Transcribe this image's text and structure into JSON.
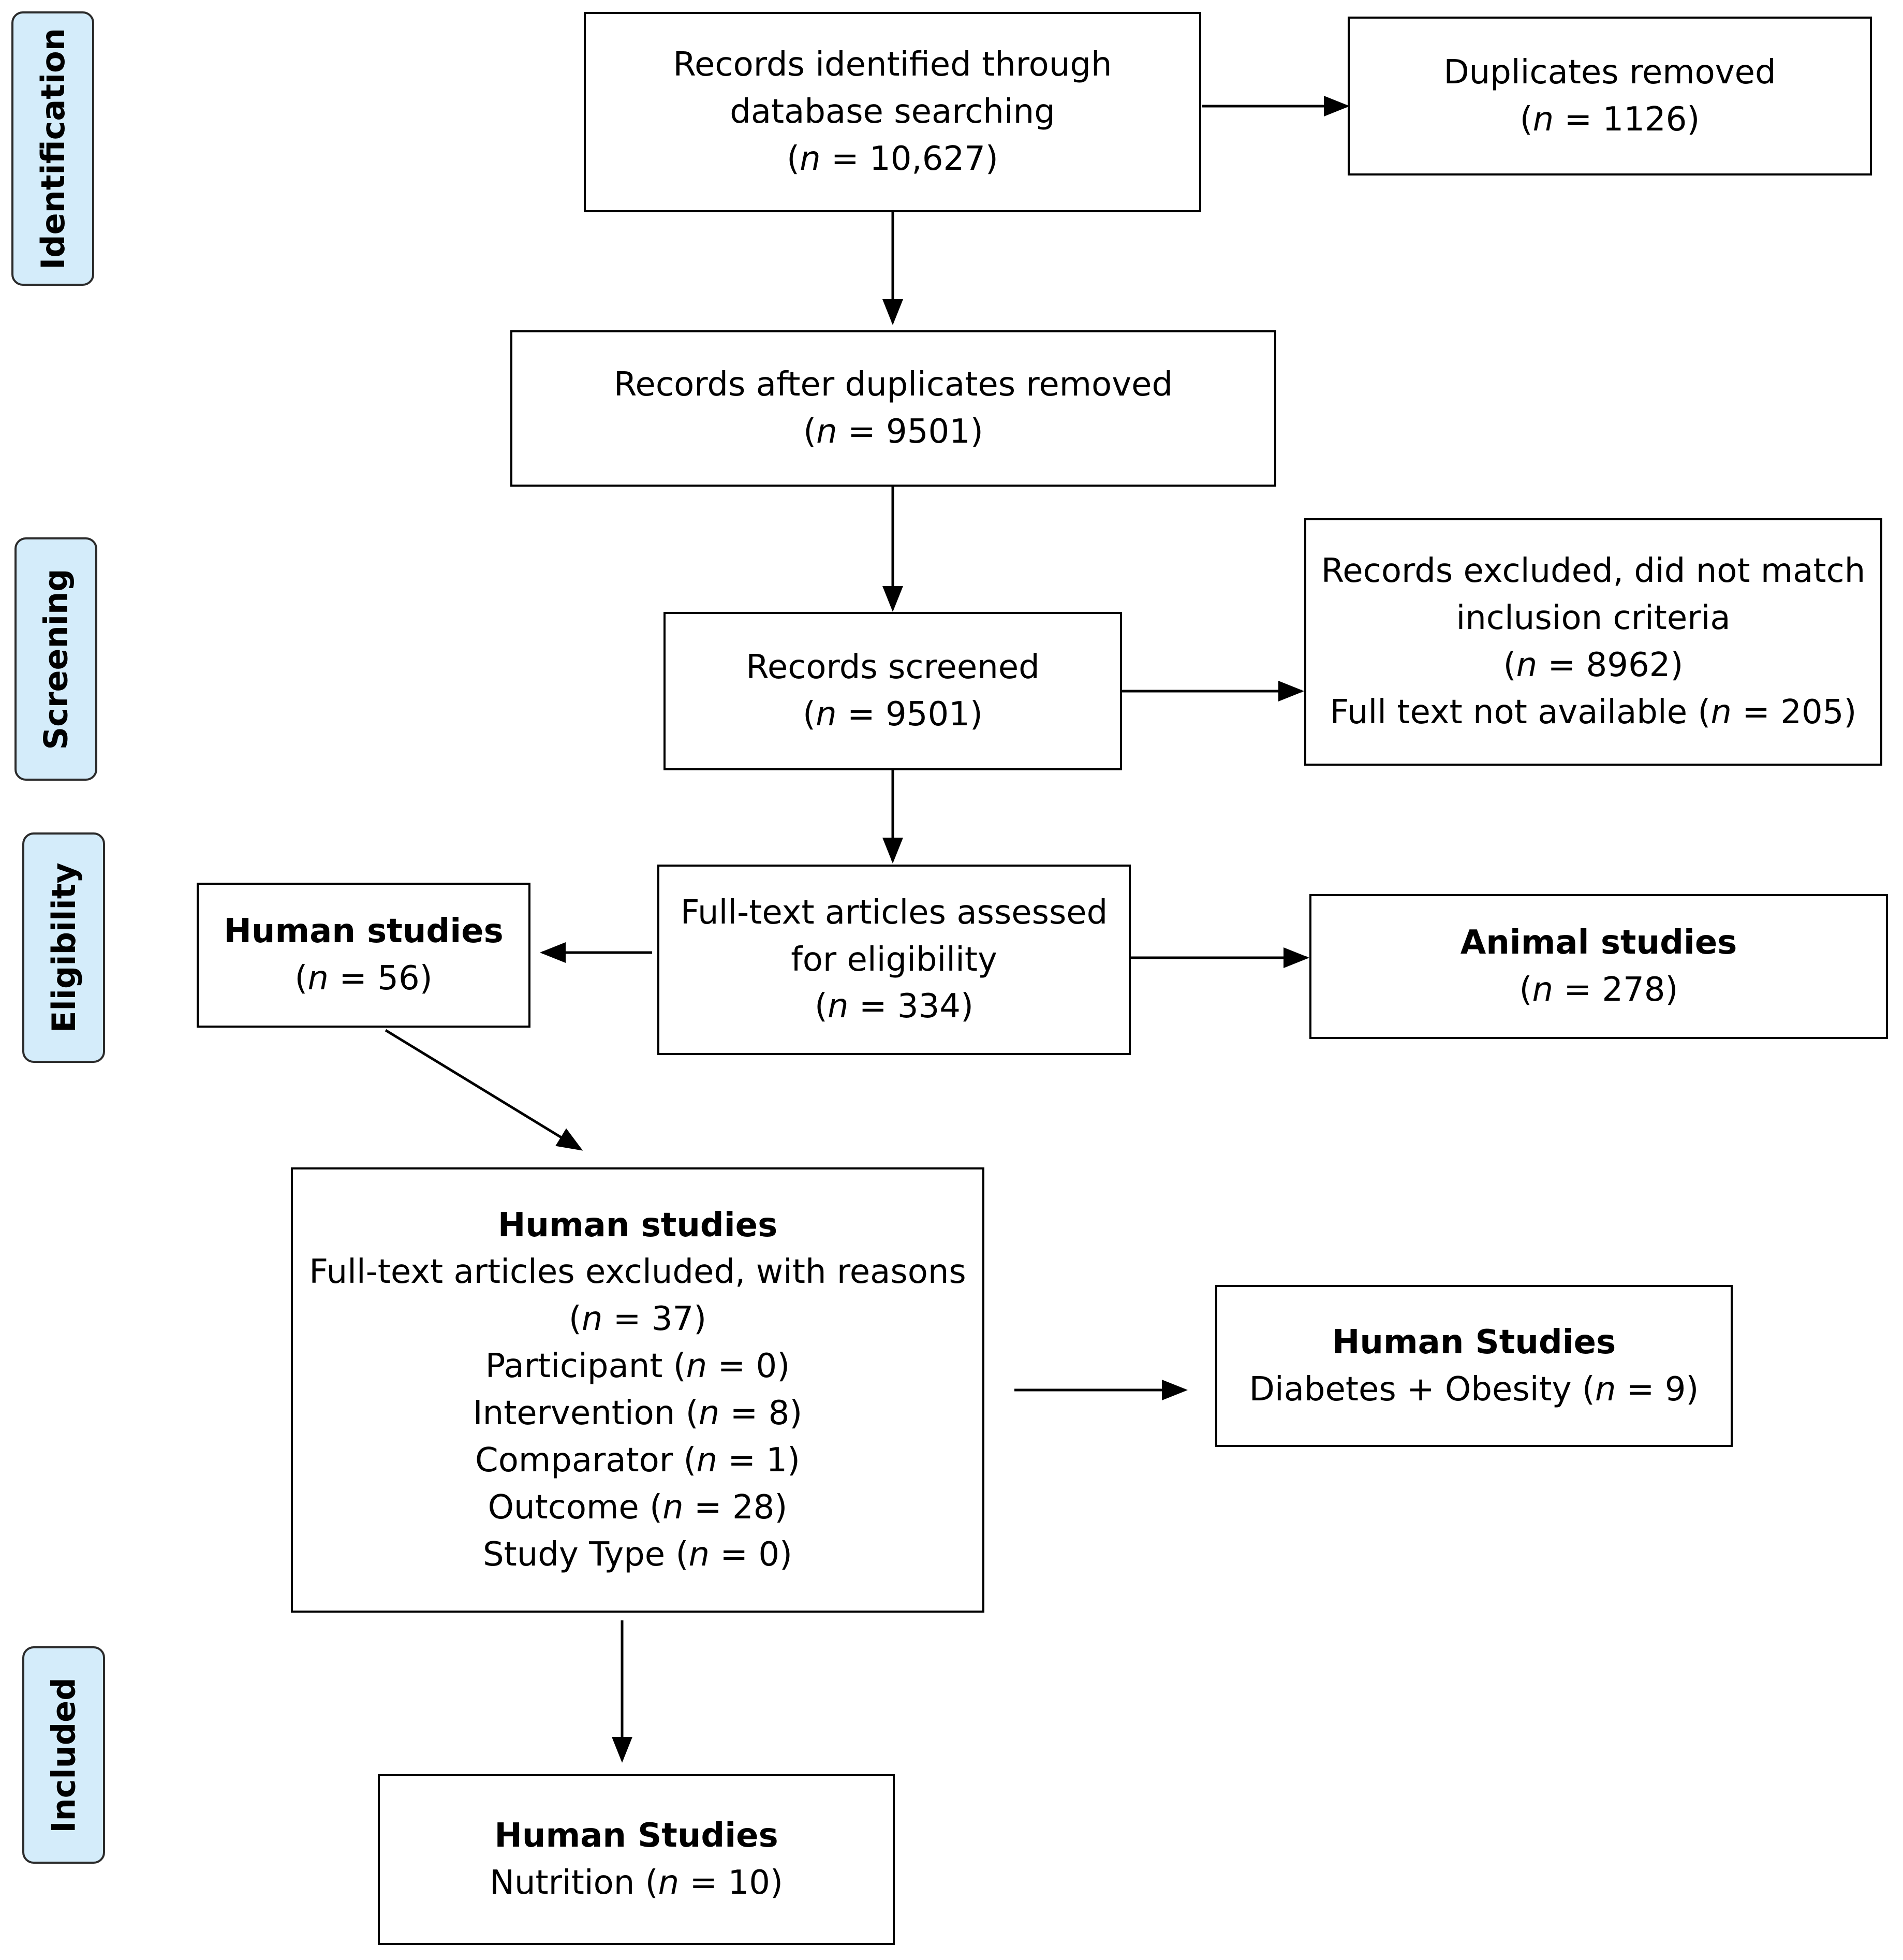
{
  "stages": {
    "identification": "Identification",
    "screening": "Screening",
    "eligibility": "Eligibility",
    "included": "Included"
  },
  "boxes": {
    "records_identified": {
      "line1": "Records identified through",
      "line2": "database searching",
      "count_prefix": "(",
      "count_var": "n",
      "count_suffix": " = 10,627)"
    },
    "duplicates_removed": {
      "line1": "Duplicates removed",
      "count_prefix": "(",
      "count_var": "n",
      "count_suffix": " = 1126)"
    },
    "after_duplicates": {
      "line1": "Records after duplicates removed",
      "count_prefix": "(",
      "count_var": "n",
      "count_suffix": " = 9501)"
    },
    "records_screened": {
      "line1": "Records screened",
      "count_prefix": "(",
      "count_var": "n",
      "count_suffix": " = 9501)"
    },
    "records_excluded": {
      "line1": "Records excluded, did not match",
      "line2": "inclusion criteria",
      "count_prefix": "(",
      "count_var": "n",
      "count_suffix": " = 8962)",
      "ft_prefix": "Full text not available (",
      "ft_var": "n",
      "ft_suffix": " = 205)"
    },
    "full_text_assessed": {
      "line1": "Full-text articles assessed",
      "line2": "for eligibility",
      "count_prefix": "(",
      "count_var": "n",
      "count_suffix": " = 334)"
    },
    "human_studies": {
      "title": "Human studies",
      "count_prefix": "(",
      "count_var": "n",
      "count_suffix": " = 56)"
    },
    "animal_studies": {
      "title": "Animal studies",
      "count_prefix": "(",
      "count_var": "n",
      "count_suffix": " = 278)"
    },
    "human_excluded": {
      "title": "Human studies",
      "line1": "Full-text articles excluded, with reasons",
      "count_prefix": "(",
      "count_var": "n",
      "count_suffix": " = 37)",
      "reasons": [
        {
          "prefix": "Participant (",
          "var": "n",
          "suffix": " = 0)"
        },
        {
          "prefix": "Intervention (",
          "var": "n",
          "suffix": " = 8)"
        },
        {
          "prefix": "Comparator (",
          "var": "n",
          "suffix": " = 1)"
        },
        {
          "prefix": "Outcome (",
          "var": "n",
          "suffix": " = 28)"
        },
        {
          "prefix": "Study Type (",
          "var": "n",
          "suffix": " = 0)"
        }
      ]
    },
    "diabetes_obesity": {
      "title": "Human Studies",
      "prefix": "Diabetes + Obesity (",
      "var": "n",
      "suffix": " = 9)"
    },
    "nutrition": {
      "title": "Human Studies",
      "prefix": "Nutrition (",
      "var": "n",
      "suffix": " = 10)"
    }
  }
}
